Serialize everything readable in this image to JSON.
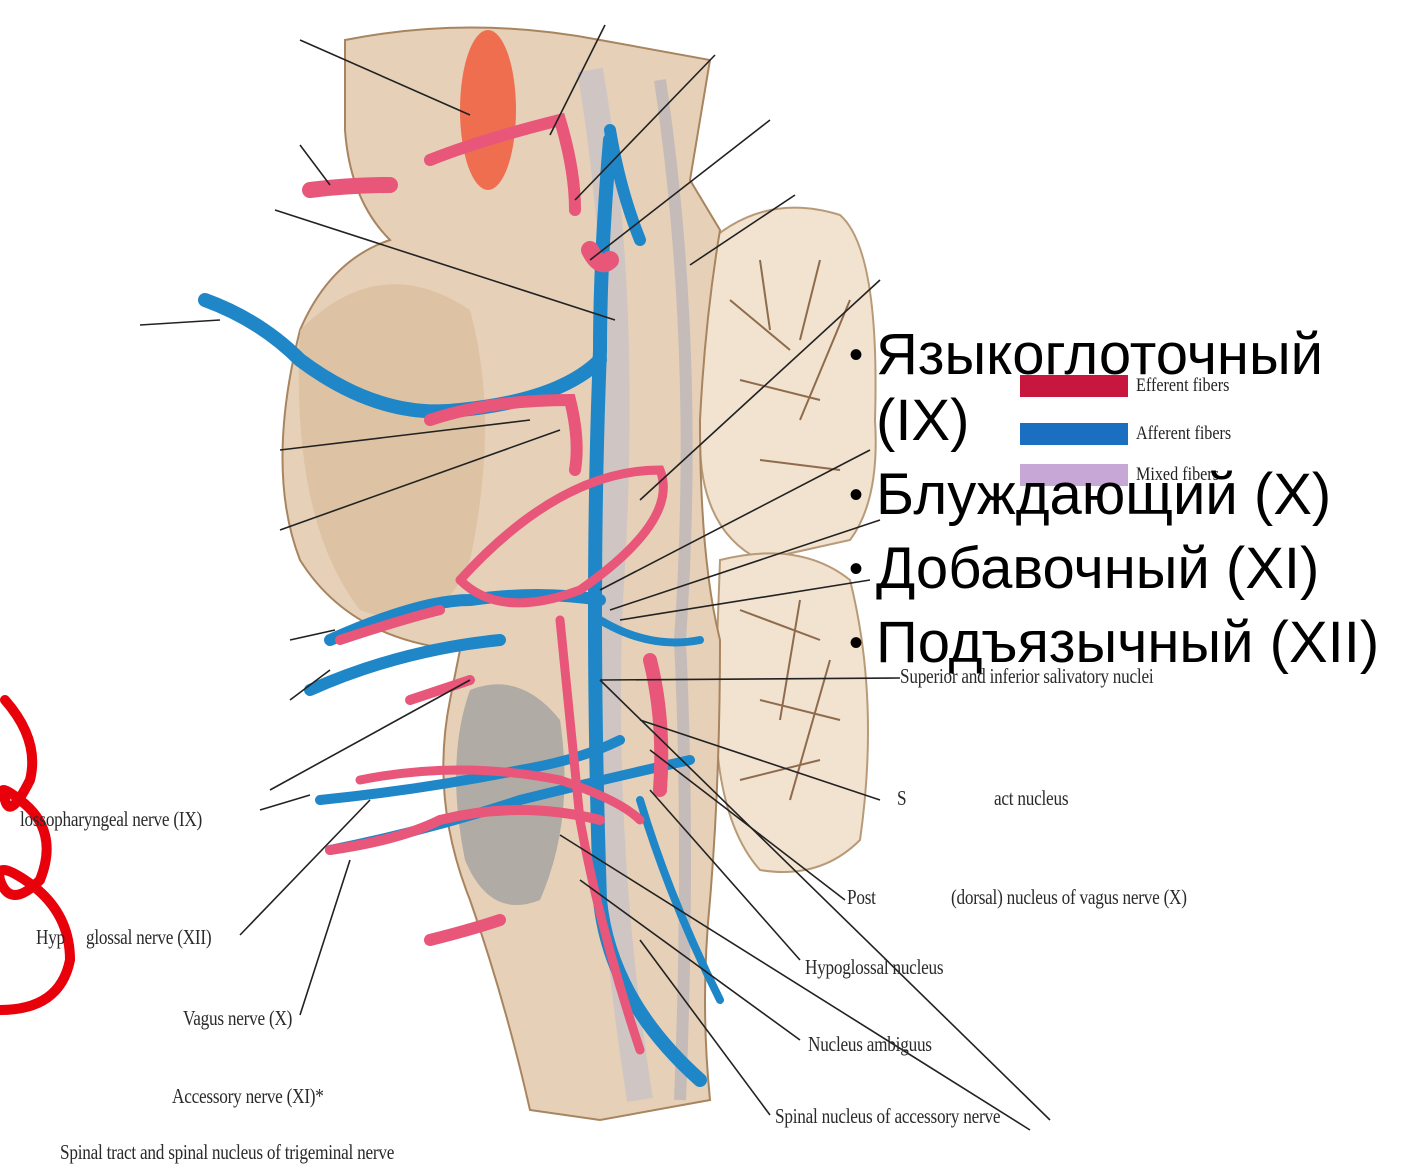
{
  "legend": [
    {
      "label": "Efferent fibers",
      "color": "#c8173e"
    },
    {
      "label": "Afferent fibers",
      "color": "#1a6fc0"
    },
    {
      "label": "Mixed fibers",
      "color": "#c7a7d6"
    }
  ],
  "labels_left": {
    "glossopharyngeal": "lossopharyngeal nerve (IX)",
    "hypoglossal_a": "Hyp",
    "hypoglossal_b": "glossal nerve (XII)",
    "vagus": "Vagus nerve (X)",
    "accessory": "Accessory nerve (XI)*",
    "trigeminal": "Spinal tract and spinal nucleus of trigeminal nerve"
  },
  "labels_right": {
    "salivatory": "Superior and inferior salivatory nuclei",
    "solitary_a": "S",
    "solitary_b": "act nucleus",
    "vagus_post_a": "Post",
    "vagus_post_b": "(dorsal) nucleus of vagus nerve (X)",
    "hypoglossal_nucleus": "Hypoglossal nucleus",
    "ambiguus": "Nucleus ambiguus",
    "accessory_spinal": "Spinal nucleus of accessory nerve"
  },
  "bullets": [
    "Языкоглоточный (IX)",
    "Блуждающий (X)",
    "Добавочный (XI)",
    "Подъязычный (XII)"
  ],
  "colors": {
    "efferent": "#e8567a",
    "afferent": "#1f86c8",
    "tissue": "#e8d6bf",
    "annotation": "#e8000b"
  }
}
